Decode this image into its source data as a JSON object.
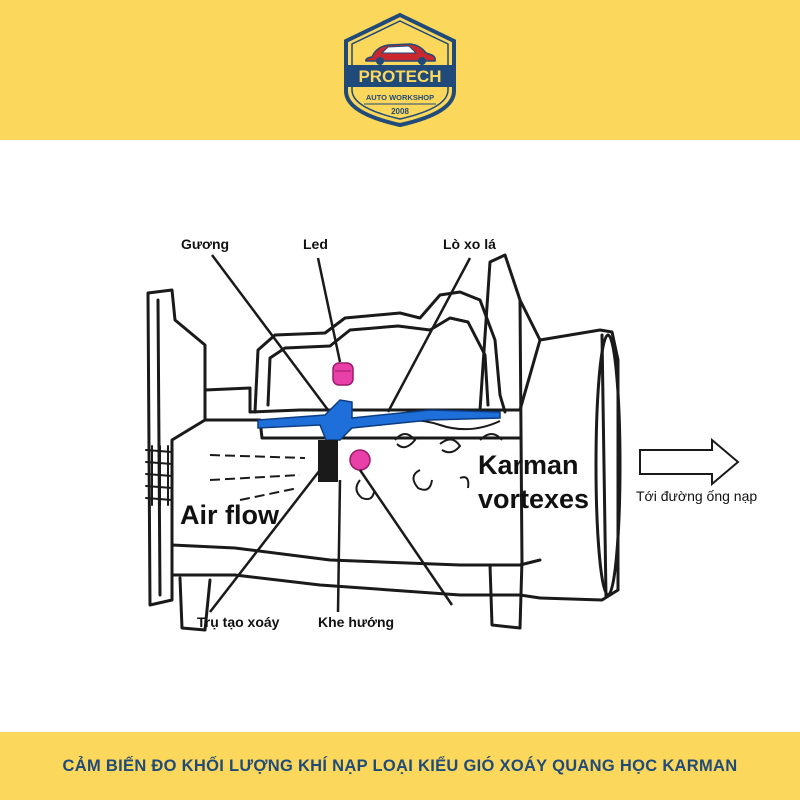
{
  "logo": {
    "brand": "PROTECH",
    "sub": "AUTO WORKSHOP",
    "year": "2008",
    "colors": {
      "navy": "#1f4a79",
      "red": "#c8282e",
      "gold": "#fbd75b"
    }
  },
  "labels": {
    "guong": "Gương",
    "led": "Led",
    "lo_xo_la": "Lò xo lá",
    "karman_vortexes": "Karman vortexes",
    "karman_line1": "Karman",
    "karman_line2": "vortexes",
    "air_flow": "Air flow",
    "toi_duong_ong_nap": "Tới đường ống nạp",
    "tru_tao_xoay": "Trụ tạo xoáy",
    "khe_huong": "Khe hướng"
  },
  "caption": "CẢM BIẾN ĐO KHỐI LƯỢNG KHÍ NẠP LOẠI KIỂU GIÓ XOÁY QUANG HỌC KARMAN",
  "colors": {
    "accent_blue": "#1e6fd9",
    "accent_pink": "#e83fa8",
    "band": "#fbd75b"
  }
}
